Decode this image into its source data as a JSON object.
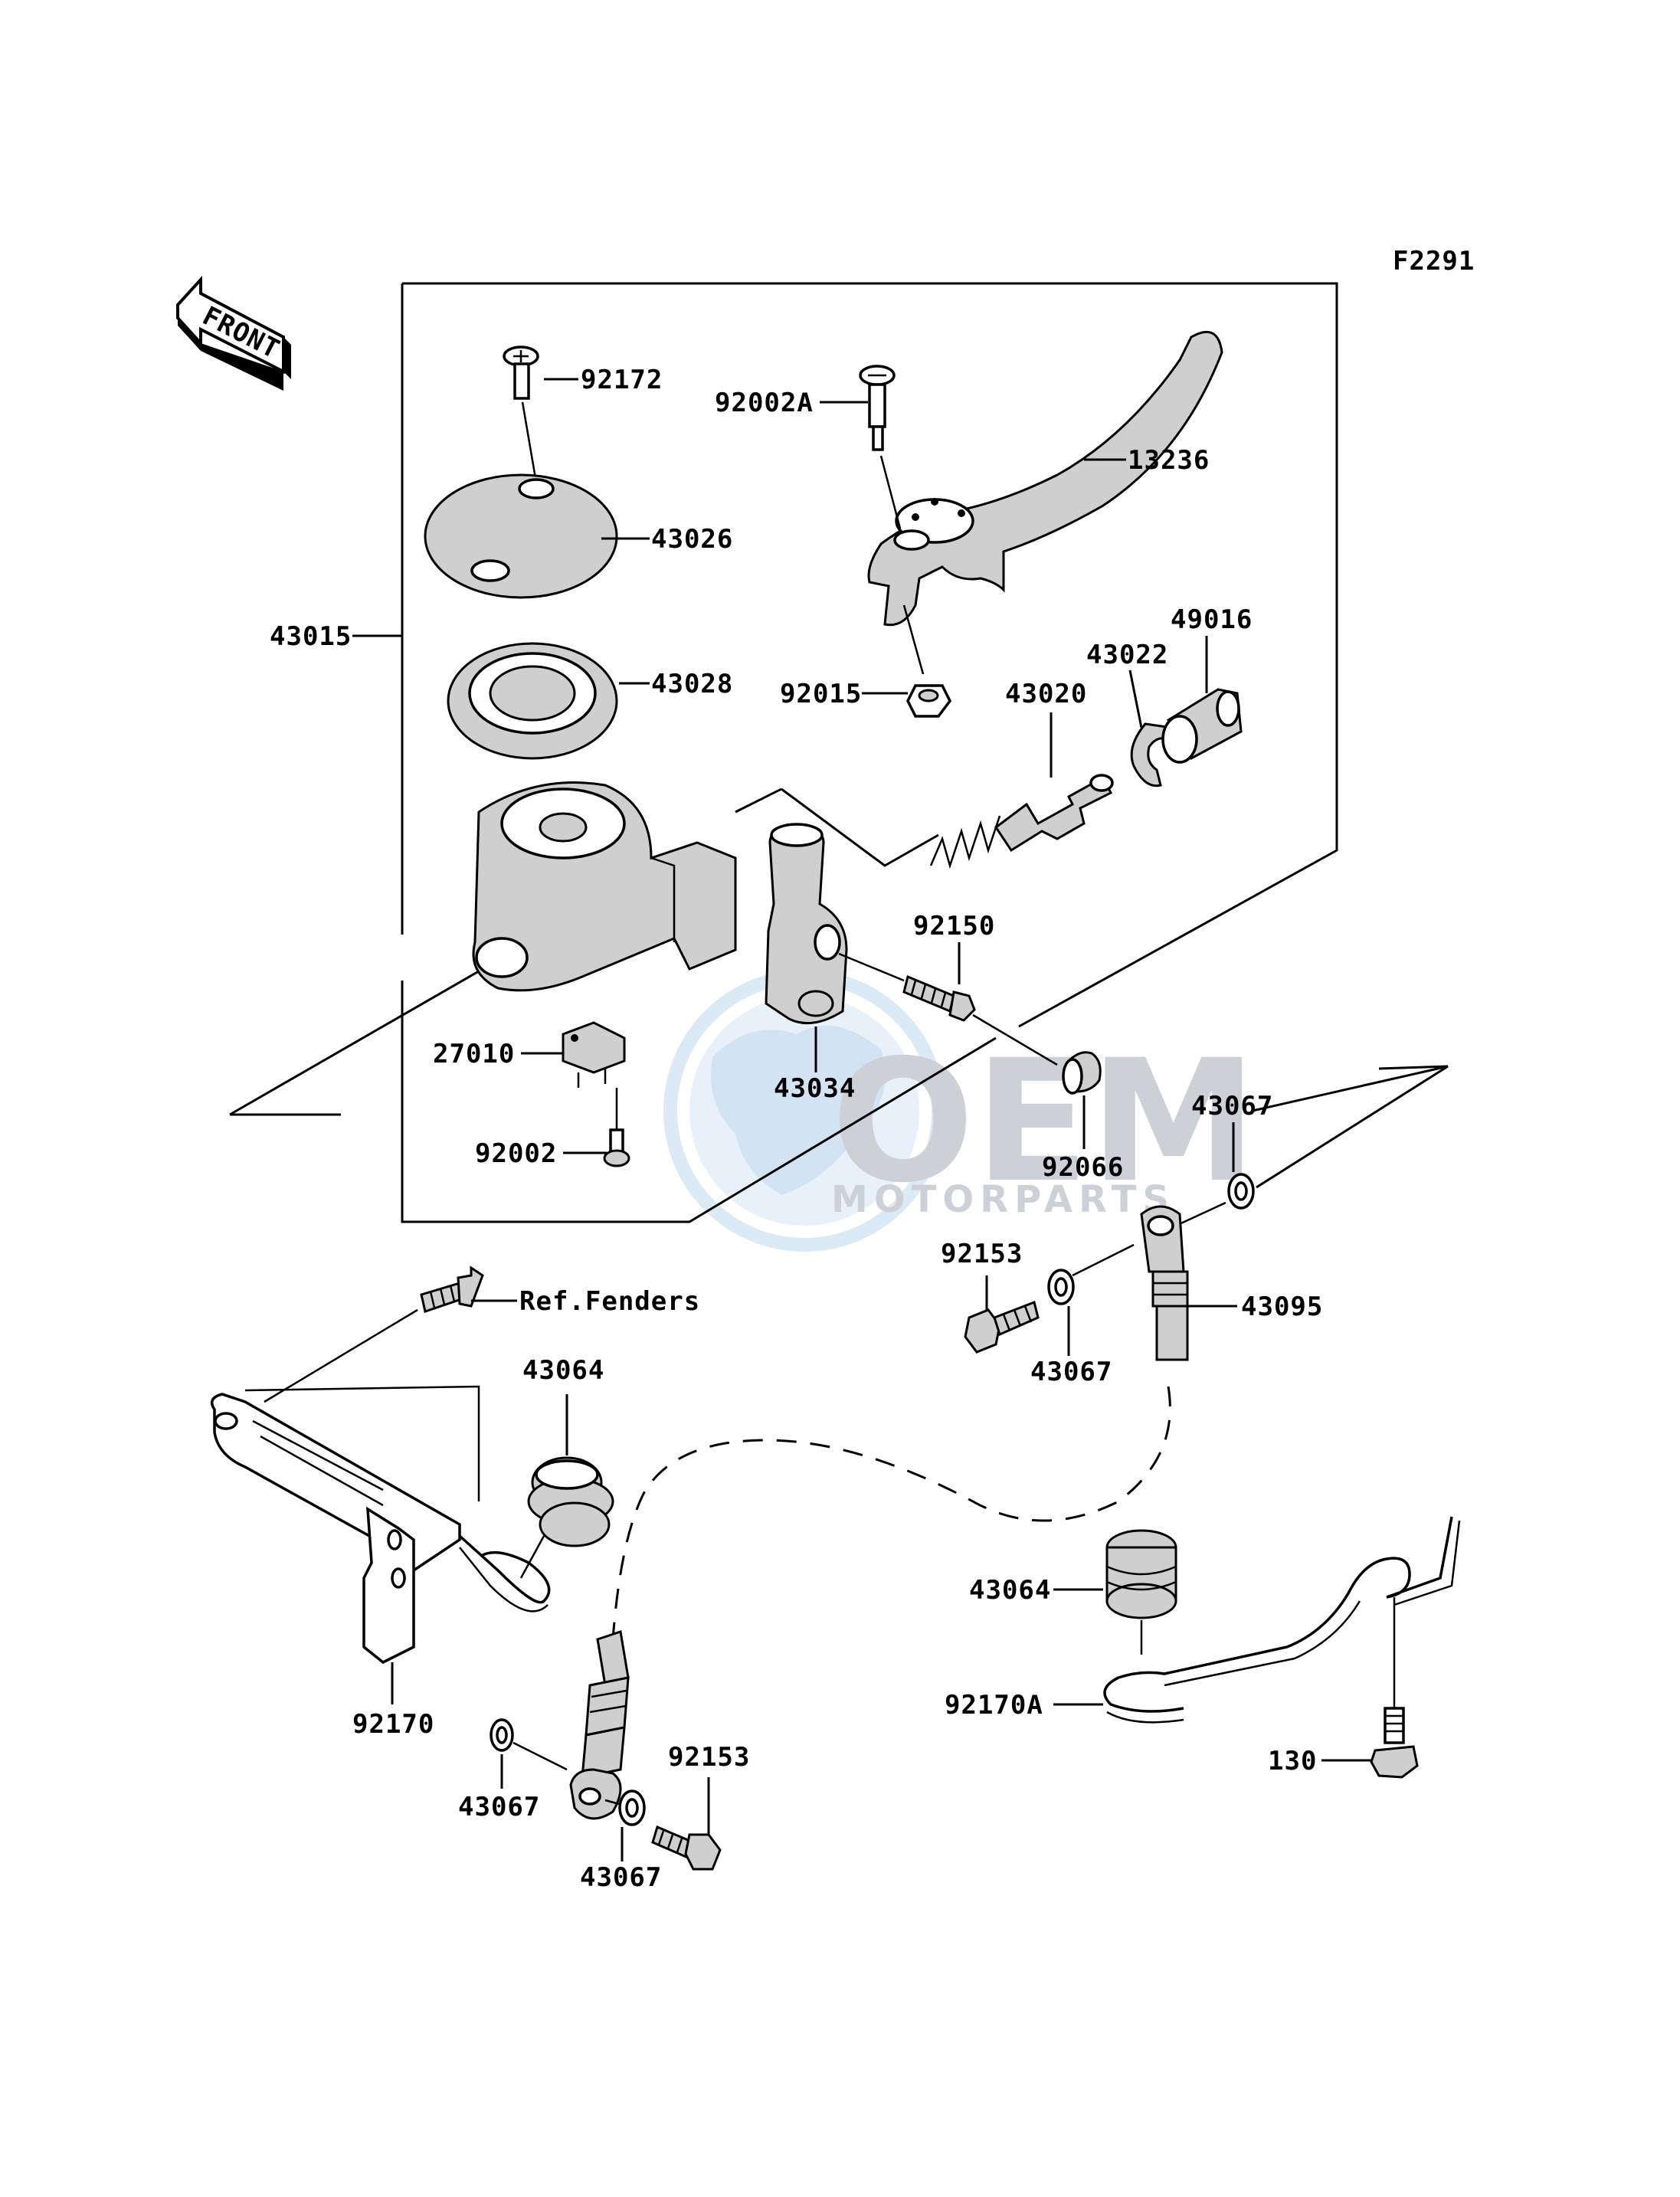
{
  "figure_code": "F2291",
  "front_label": "FRONT",
  "watermark": {
    "brand_line1": "OEM",
    "brand_line2": "MOTORPARTS"
  },
  "parts": {
    "p92172": "92172",
    "p43026": "43026",
    "p43015": "43015",
    "p43028": "43028",
    "p92002A": "92002A",
    "p13236": "13236",
    "p92015": "92015",
    "p43020": "43020",
    "p43022": "43022",
    "p49016": "49016",
    "p92150": "92150",
    "p27010": "27010",
    "p43034": "43034",
    "p92002": "92002",
    "p92066": "92066",
    "p43067_top": "43067",
    "p92153_mid": "92153",
    "p43095": "43095",
    "p43067_mid": "43067",
    "ref_fenders": "Ref.Fenders",
    "p43064_left": "43064",
    "p92170": "92170",
    "p43064_right": "43064",
    "p92170A": "92170A",
    "p43067_low1": "43067",
    "p92153_low": "92153",
    "p43067_low2": "43067",
    "p130": "130"
  }
}
